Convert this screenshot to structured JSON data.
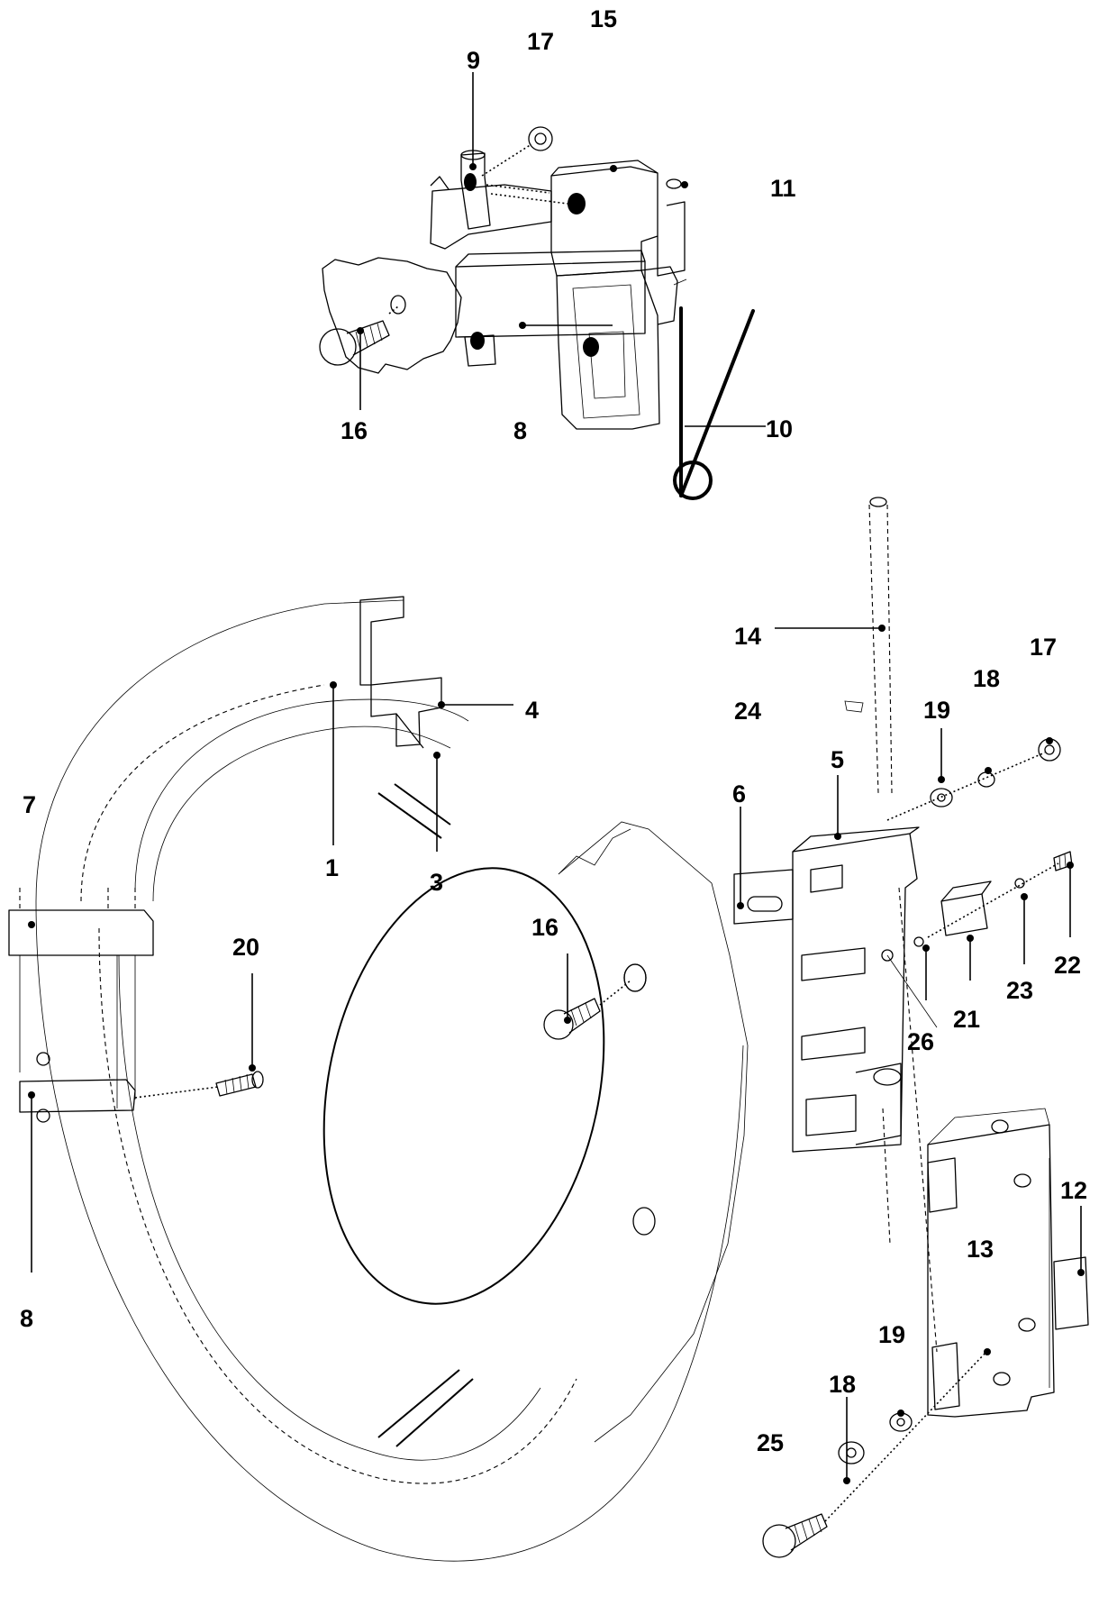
{
  "diagram": {
    "callouts": {
      "c15": "15",
      "c17a": "17",
      "c9": "9",
      "c11": "11",
      "c16a": "16",
      "c8a": "8",
      "c10": "10",
      "c14": "14",
      "c17b": "17",
      "c18a": "18",
      "c24": "24",
      "c19a": "19",
      "c4": "4",
      "c7": "7",
      "c5": "5",
      "c6": "6",
      "c1": "1",
      "c3": "3",
      "c16b": "16",
      "c20": "20",
      "c22": "22",
      "c23": "23",
      "c21": "21",
      "c26": "26",
      "c12": "12",
      "c13": "13",
      "c8b": "8",
      "c19b": "19",
      "c18b": "18",
      "c25": "25"
    }
  }
}
